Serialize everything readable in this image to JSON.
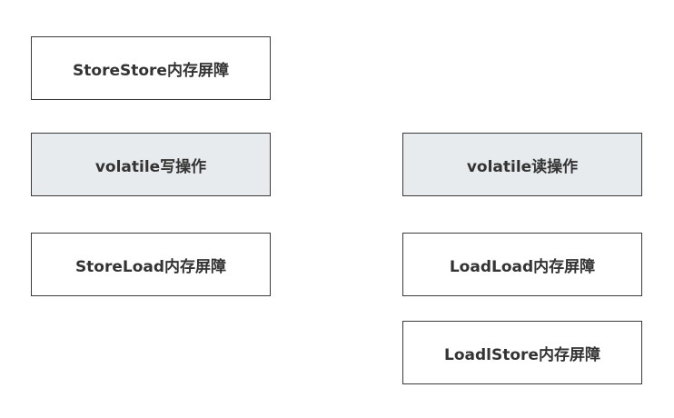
{
  "boxes": {
    "storestore_barrier": "StoreStore内存屏障",
    "volatile_write": "volatile写操作",
    "volatile_read": "volatile读操作",
    "storeload_barrier": "StoreLoad内存屏障",
    "loadload_barrier": "LoadLoad内存屏障",
    "loadstore_barrier": "LoadlStore内存屏障"
  },
  "colors": {
    "border": "#3a3a3a",
    "text": "#333333",
    "operation_fill": "#e8ebee",
    "barrier_fill": "#ffffff"
  }
}
